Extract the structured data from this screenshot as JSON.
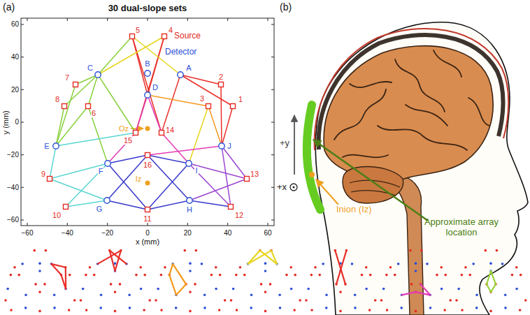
{
  "diagram": {
    "title": "30 dual-slope sets",
    "labels": [
      "(a)",
      "(b)",
      "60",
      "40",
      "20",
      "0",
      "−20",
      "−40",
      "−60",
      "−60",
      "−40",
      "−20",
      "0",
      "20",
      "40",
      "60",
      "x (mm)",
      "y (mm)",
      "Source",
      "Detector",
      "Oz",
      "Iz",
      "1",
      "2",
      "3",
      "4",
      "5",
      "6",
      "7",
      "8",
      "9",
      "10",
      "11",
      "12",
      "13",
      "14",
      "15",
      "16",
      "A",
      "B",
      "C",
      "D",
      "E",
      "F",
      "G",
      "H",
      "I",
      "J",
      "+y",
      "+x",
      "Inion (Iz)",
      "Approximate array location"
    ]
  }
}
